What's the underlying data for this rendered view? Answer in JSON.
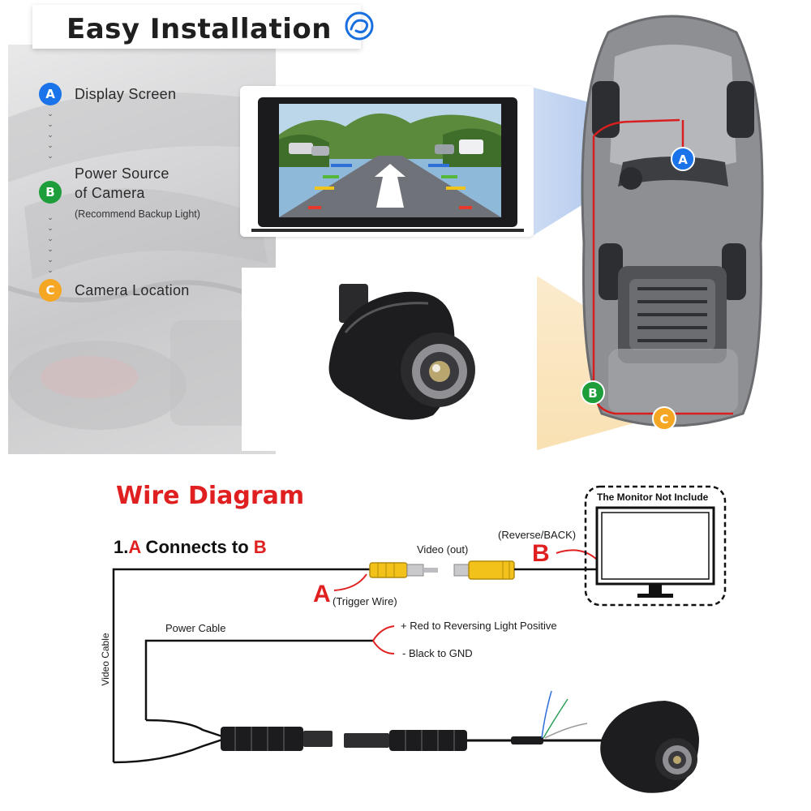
{
  "header": {
    "title": "Easy Installation",
    "logo_icon": "swirl-logo-icon"
  },
  "legend": {
    "items": [
      {
        "badge": "A",
        "label": "Display Screen",
        "color": "#1a73e8"
      },
      {
        "badge": "B",
        "label_line1": "Power Source",
        "label_line2": "of Camera",
        "note": "(Recommend Backup Light)",
        "color": "#1e9e3a"
      },
      {
        "badge": "C",
        "label": "Camera Location",
        "color": "#f5a623"
      }
    ]
  },
  "car_markers": {
    "a": "A",
    "b": "B",
    "c": "C"
  },
  "wire_diagram": {
    "title": "Wire Diagram",
    "connects_num": "1.",
    "connects_a": "A",
    "connects_mid": " Connects to ",
    "connects_b": "B",
    "video_out": "Video (out)",
    "reverse_back": "(Reverse/BACK)",
    "marker_a": "A",
    "trigger_wire": "(Trigger Wire)",
    "marker_b": "B",
    "monitor_note": "The Monitor Not Include",
    "power_cable": "Power Cable",
    "red_wire": "+ Red to Reversing Light Positive",
    "black_wire": "- Black to GND",
    "video_cable": "Video Cable"
  },
  "colors": {
    "accent_red": "#e02020",
    "badge_a": "#1a73e8",
    "badge_b": "#1e9e3a",
    "badge_c": "#f5a623",
    "rca_yellow": "#f2c21b"
  }
}
